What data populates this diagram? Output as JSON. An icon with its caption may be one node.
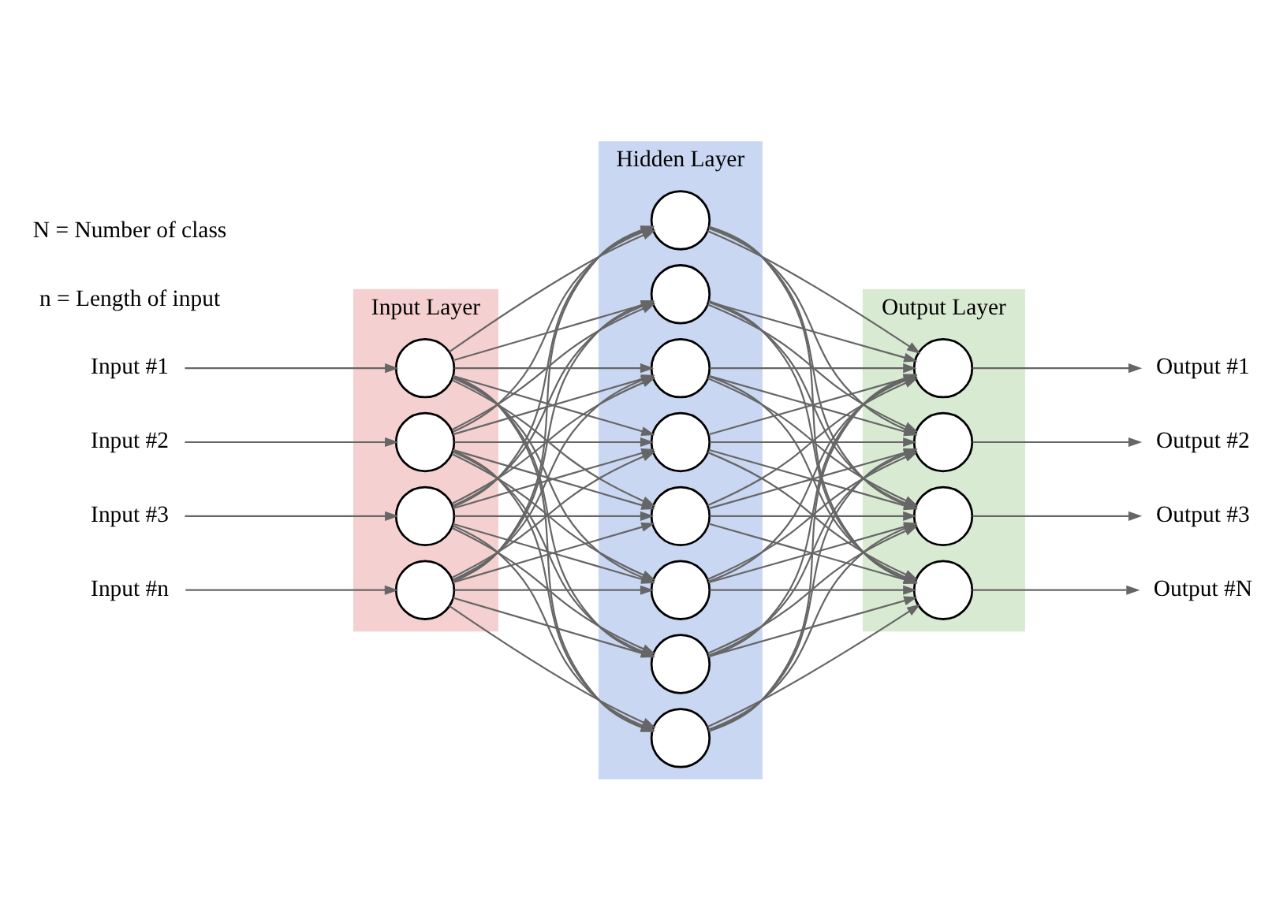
{
  "diagram": {
    "nodes": [
      {
        "text": [
          "Input Layer"
        ]
      },
      {
        "text": [],
        "shape": "circle",
        "in": 0
      },
      {
        "text": [],
        "shape": "circle",
        "in": 0
      },
      {
        "text": [],
        "shape": "circle",
        "in": 0
      },
      {
        "text": [],
        "shape": "circle",
        "in": 0
      },
      {
        "text": [
          "Hidden Layer"
        ]
      },
      {
        "text": [],
        "shape": "circle",
        "in": 5
      },
      {
        "text": [],
        "shape": "circle",
        "in": 5
      },
      {
        "text": [],
        "shape": "circle",
        "in": 5
      },
      {
        "text": [],
        "shape": "circle",
        "in": 5
      },
      {
        "text": [],
        "shape": "circle",
        "in": 5
      },
      {
        "text": [],
        "shape": "circle",
        "in": 5
      },
      {
        "text": [],
        "shape": "circle",
        "in": 5
      },
      {
        "text": [],
        "shape": "circle",
        "in": 5
      },
      {
        "text": [
          "Output Layer"
        ]
      },
      {
        "text": [],
        "shape": "circle",
        "in": 14
      },
      {
        "text": [],
        "shape": "circle",
        "in": 14
      },
      {
        "text": [],
        "shape": "circle",
        "in": 14
      },
      {
        "text": [],
        "shape": "circle",
        "in": 14
      },
      {
        "text": [
          "Input #1"
        ]
      },
      {
        "text": [
          "Input #2"
        ]
      },
      {
        "text": [
          "Input #3"
        ]
      },
      {
        "text": [
          "Input #n"
        ]
      },
      {
        "text": [
          "Output #1"
        ]
      },
      {
        "text": [
          "Output #2"
        ]
      },
      {
        "text": [
          "Output #3"
        ]
      },
      {
        "text": [
          "Output #N"
        ]
      }
    ],
    "edges": [
      {
        "from": 19,
        "to": 1,
        "arrow": "to"
      },
      {
        "from": 20,
        "to": 2,
        "arrow": "to"
      },
      {
        "from": 21,
        "to": 3,
        "arrow": "to"
      },
      {
        "from": 22,
        "to": 4,
        "arrow": "to"
      },
      {
        "from": 1,
        "to": 6,
        "arrow": "to"
      },
      {
        "from": 1,
        "to": 7,
        "arrow": "to"
      },
      {
        "from": 1,
        "to": 8,
        "arrow": "to"
      },
      {
        "from": 1,
        "to": 9,
        "arrow": "to"
      },
      {
        "from": 1,
        "to": 10,
        "arrow": "to"
      },
      {
        "from": 1,
        "to": 11,
        "arrow": "to"
      },
      {
        "from": 1,
        "to": 12,
        "arrow": "to"
      },
      {
        "from": 1,
        "to": 13,
        "arrow": "to"
      },
      {
        "from": 2,
        "to": 6,
        "arrow": "to"
      },
      {
        "from": 2,
        "to": 7,
        "arrow": "to"
      },
      {
        "from": 2,
        "to": 8,
        "arrow": "to"
      },
      {
        "from": 2,
        "to": 9,
        "arrow": "to"
      },
      {
        "from": 2,
        "to": 10,
        "arrow": "to"
      },
      {
        "from": 2,
        "to": 11,
        "arrow": "to"
      },
      {
        "from": 2,
        "to": 12,
        "arrow": "to"
      },
      {
        "from": 2,
        "to": 13,
        "arrow": "to"
      },
      {
        "from": 3,
        "to": 6,
        "arrow": "to"
      },
      {
        "from": 3,
        "to": 7,
        "arrow": "to"
      },
      {
        "from": 3,
        "to": 8,
        "arrow": "to"
      },
      {
        "from": 3,
        "to": 9,
        "arrow": "to"
      },
      {
        "from": 3,
        "to": 10,
        "arrow": "to"
      },
      {
        "from": 3,
        "to": 11,
        "arrow": "to"
      },
      {
        "from": 3,
        "to": 12,
        "arrow": "to"
      },
      {
        "from": 3,
        "to": 13,
        "arrow": "to"
      },
      {
        "from": 4,
        "to": 6,
        "arrow": "to"
      },
      {
        "from": 4,
        "to": 7,
        "arrow": "to"
      },
      {
        "from": 4,
        "to": 8,
        "arrow": "to"
      },
      {
        "from": 4,
        "to": 9,
        "arrow": "to"
      },
      {
        "from": 4,
        "to": 10,
        "arrow": "to"
      },
      {
        "from": 4,
        "to": 11,
        "arrow": "to"
      },
      {
        "from": 4,
        "to": 12,
        "arrow": "to"
      },
      {
        "from": 4,
        "to": 13,
        "arrow": "to"
      },
      {
        "from": 6,
        "to": 15,
        "arrow": "to"
      },
      {
        "from": 6,
        "to": 16,
        "arrow": "to"
      },
      {
        "from": 6,
        "to": 17,
        "arrow": "to"
      },
      {
        "from": 6,
        "to": 18,
        "arrow": "to"
      },
      {
        "from": 7,
        "to": 15,
        "arrow": "to"
      },
      {
        "from": 7,
        "to": 16,
        "arrow": "to"
      },
      {
        "from": 7,
        "to": 17,
        "arrow": "to"
      },
      {
        "from": 7,
        "to": 18,
        "arrow": "to"
      },
      {
        "from": 8,
        "to": 15,
        "arrow": "to"
      },
      {
        "from": 8,
        "to": 16,
        "arrow": "to"
      },
      {
        "from": 8,
        "to": 17,
        "arrow": "to"
      },
      {
        "from": 8,
        "to": 18,
        "arrow": "to"
      },
      {
        "from": 9,
        "to": 15,
        "arrow": "to"
      },
      {
        "from": 9,
        "to": 16,
        "arrow": "to"
      },
      {
        "from": 9,
        "to": 17,
        "arrow": "to"
      },
      {
        "from": 9,
        "to": 18,
        "arrow": "to"
      },
      {
        "from": 10,
        "to": 15,
        "arrow": "to"
      },
      {
        "from": 10,
        "to": 16,
        "arrow": "to"
      },
      {
        "from": 10,
        "to": 17,
        "arrow": "to"
      },
      {
        "from": 10,
        "to": 18,
        "arrow": "to"
      },
      {
        "from": 11,
        "to": 15,
        "arrow": "to"
      },
      {
        "from": 11,
        "to": 16,
        "arrow": "to"
      },
      {
        "from": 11,
        "to": 17,
        "arrow": "to"
      },
      {
        "from": 11,
        "to": 18,
        "arrow": "to"
      },
      {
        "from": 12,
        "to": 15,
        "arrow": "to"
      },
      {
        "from": 12,
        "to": 16,
        "arrow": "to"
      },
      {
        "from": 12,
        "to": 17,
        "arrow": "to"
      },
      {
        "from": 12,
        "to": 18,
        "arrow": "to"
      },
      {
        "from": 13,
        "to": 15,
        "arrow": "to"
      },
      {
        "from": 13,
        "to": 16,
        "arrow": "to"
      },
      {
        "from": 13,
        "to": 17,
        "arrow": "to"
      },
      {
        "from": 13,
        "to": 18,
        "arrow": "to"
      },
      {
        "from": 15,
        "to": 23,
        "arrow": "to"
      },
      {
        "from": 16,
        "to": 24,
        "arrow": "to"
      },
      {
        "from": 17,
        "to": 25,
        "arrow": "to"
      },
      {
        "from": 18,
        "to": 26,
        "arrow": "to"
      }
    ],
    "labels": [
      "n = Length of input",
      "N = Number of class"
    ]
  }
}
